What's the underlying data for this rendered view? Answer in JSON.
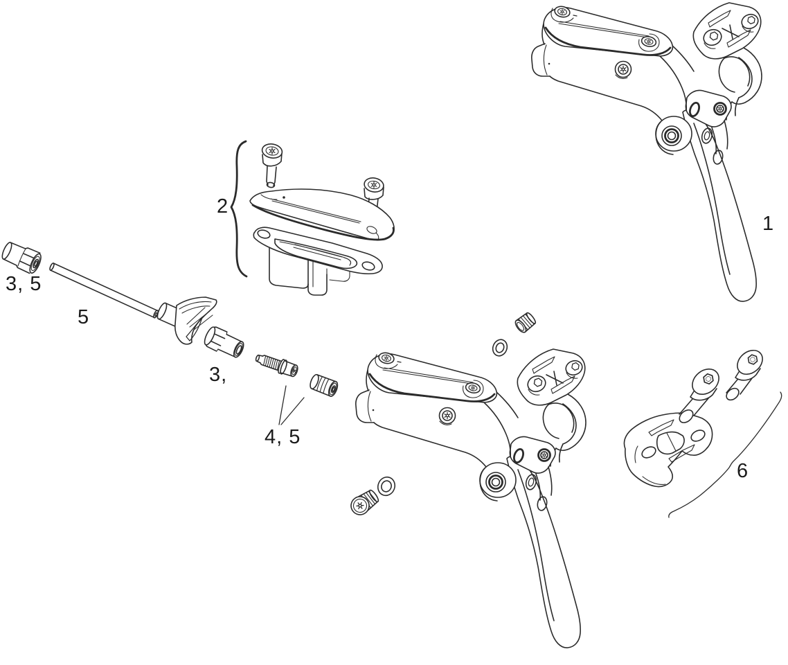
{
  "diagram": {
    "type": "exploded-parts-diagram",
    "subject": "hydraulic-brake-lever",
    "background_color": "#ffffff",
    "line_color": "#2b2b2b",
    "label_color": "#1a1a1a",
    "callouts": {
      "lever_assembly": "1",
      "reservoir_cover_kit": "2",
      "compression_fitting": "3, 5",
      "hose": "5",
      "compression_nut": "3,",
      "bleed_fitting_kit": "4, 5",
      "clamp_kit": "6"
    }
  }
}
